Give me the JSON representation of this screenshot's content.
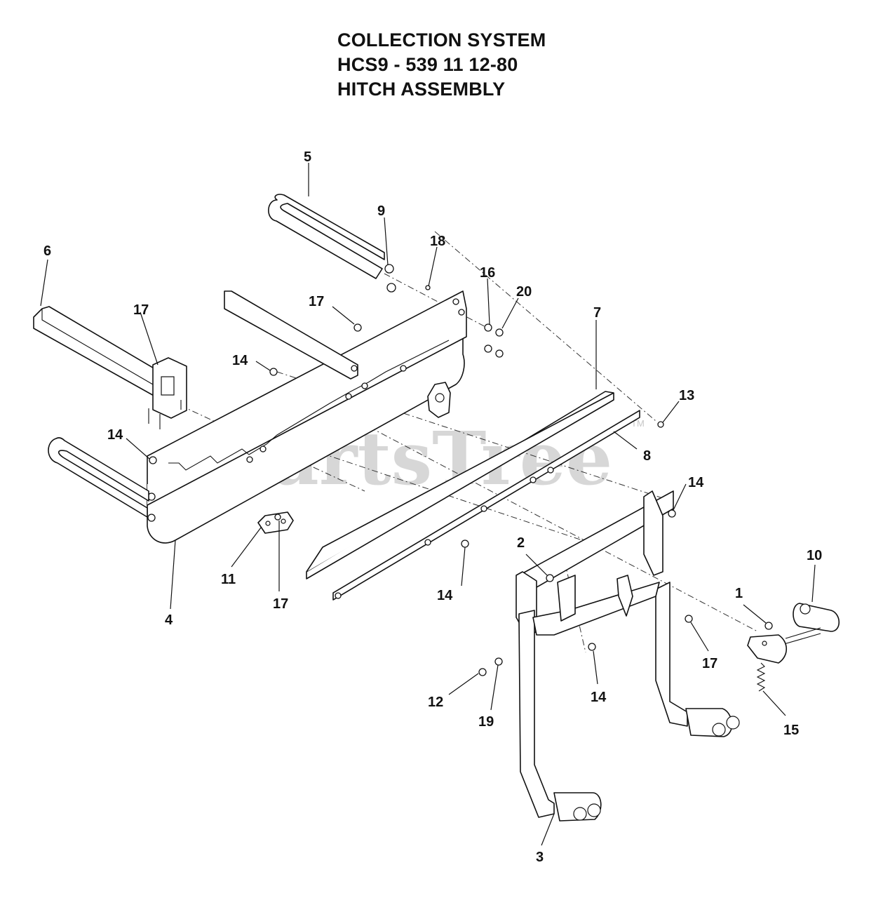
{
  "title": {
    "line1": "COLLECTION SYSTEM",
    "line2": "HCS9 - 539 11 12-80",
    "line3": "HITCH ASSEMBLY"
  },
  "watermark": {
    "text": "PartsTree",
    "tm": "TM"
  },
  "callouts": {
    "c1": "1",
    "c2": "2",
    "c3": "3",
    "c4": "4",
    "c5": "5",
    "c6": "6",
    "c7": "7",
    "c8": "8",
    "c9": "9",
    "c10": "10",
    "c11": "11",
    "c12": "12",
    "c13": "13",
    "c14a": "14",
    "c14b": "14",
    "c14c": "14",
    "c14d": "14",
    "c14e": "14",
    "c15": "15",
    "c16": "16",
    "c17a": "17",
    "c17b": "17",
    "c17c": "17",
    "c17d": "17",
    "c18": "18",
    "c19": "19",
    "c20": "20"
  }
}
